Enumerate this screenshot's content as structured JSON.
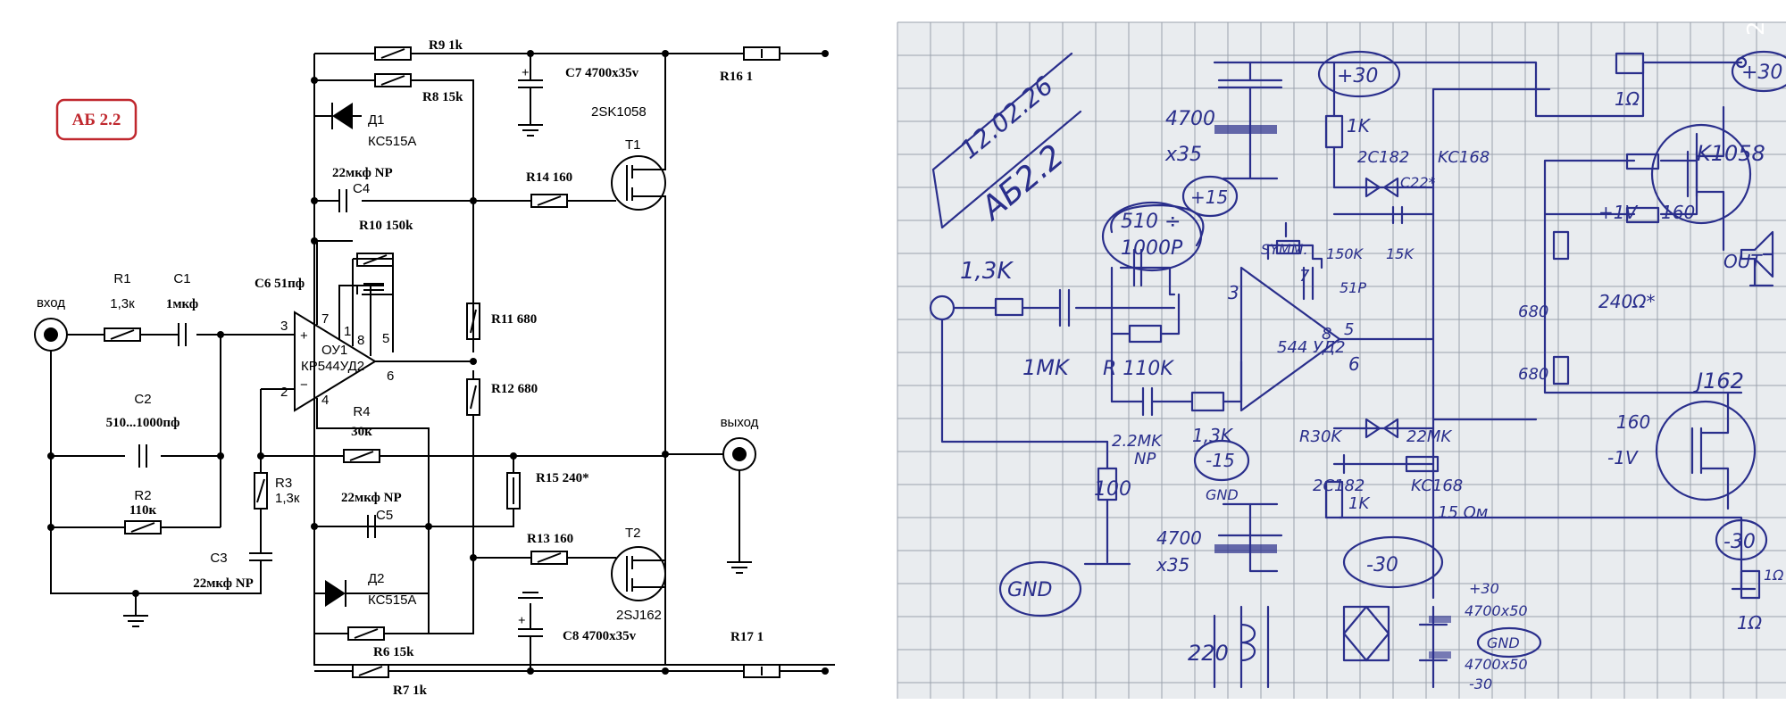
{
  "title_badge": "АБ 2.2",
  "labels": {
    "input": "вход",
    "output": "выход",
    "r1": "R1",
    "r1_val": "1,3к",
    "c1": "C1",
    "c1_val": "1мкф",
    "c2": "C2",
    "c2_val": "510...1000пф",
    "r2": "R2",
    "r2_val": "110к",
    "c3": "C3",
    "c3_val": "22мкф NP",
    "r3": "R3",
    "r3_val": "1,3к",
    "r4": "R4",
    "r4_val": "30к",
    "c6": "C6 51пф",
    "ou1": "ОУ1",
    "opamp": "КР544УД2",
    "pin1": "1",
    "pin2": "2",
    "pin3": "3",
    "pin4": "4",
    "pin5": "5",
    "pin6": "6",
    "pin7": "7",
    "pin8": "8",
    "plus": "+",
    "minus": "−",
    "r9": "R9 1k",
    "r8": "R8 15k",
    "d1": "Д1",
    "d1_val": "КС515А",
    "c4_val": "22мкф NP",
    "c4": "C4",
    "r10": "R10 150k",
    "c7": "C7 4700x35v",
    "r16": "R16 1",
    "t1_type": "2SK1058",
    "t1": "T1",
    "r14": "R14 160",
    "r11": "R11 680",
    "r12": "R12 680",
    "r15": "R15 240*",
    "c5_val": "22мкф NP",
    "c5": "C5",
    "r13": "R13 160",
    "t2": "T2",
    "t2_type": "2SJ162",
    "d2": "Д2",
    "d2_val": "КС515А",
    "r6": "R6 15k",
    "r7": "R7 1k",
    "c8": "C8 4700x35v",
    "r17": "R17 1"
  },
  "photo": {
    "corner_digit": "2",
    "date": "12.02.26",
    "board": "АБ2.2",
    "cap_top": "4700",
    "cap_top_v": "x35",
    "r_1k": "1K",
    "plus30_a": "+30",
    "plus30_b": "+30",
    "r_1ohm_a": "1Ω",
    "r_1ohm_b": "1Ω",
    "k1058": "K1058",
    "plus15": "+15",
    "d_2c182": "2C182",
    "c22": "C22*",
    "kc168": "KC168",
    "c_range": "510 ÷",
    "c_range2": "1000P",
    "r13k": "1,3K",
    "symm": "SYMM.",
    "r150k": "150K",
    "r15k": "15K",
    "c51p": "51P",
    "plus1v": "+1V",
    "r160": "160",
    "out": "OUT",
    "ic": "544 УД2",
    "r680a": "680",
    "r240": "240Ω*",
    "c1mk": "1MK",
    "r110k": "R 110K",
    "c22mk": "2.2MK",
    "np": "NP",
    "r13k_b": "1,3K",
    "r30k": "R30K",
    "c22mk_b": "22MK",
    "r680b": "680",
    "j162": "J162",
    "minus15": "-15",
    "r100": "100",
    "gnd_a": "GND",
    "d_2c182_b": "2C182",
    "kc168_b": "KC168",
    "r1k_b": "1K",
    "r15ohm": "15 Ом",
    "minus1v": "-1V",
    "r160_b": "160",
    "cap_bot": "4700",
    "cap_bot_v": "x35",
    "minus30_a": "-30",
    "minus30_b": "-30",
    "gnd_b": "GND",
    "v220": "220",
    "psu_caps": "4700x50",
    "psu_caps2": "4700x50",
    "psu_plus": "+30",
    "psu_minus": "-30",
    "gnd_c": "GND",
    "r1ohm_c": "1Ω",
    "pin_3": "3",
    "pin_7": "7",
    "pin_8": "8",
    "pin_5": "5",
    "pin_6": "6"
  }
}
